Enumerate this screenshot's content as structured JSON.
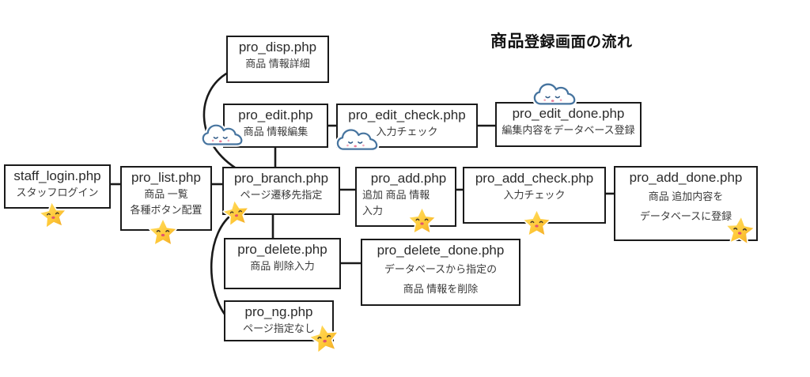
{
  "title": {
    "part1": "商品",
    "part2": "登録画面の流れ"
  },
  "nodes": [
    {
      "id": "staff_login",
      "file": "staff_login.php",
      "desc": [
        "スタッフログイン"
      ]
    },
    {
      "id": "pro_list",
      "file": "pro_list.php",
      "desc": [
        "商品 一覧",
        "各種ボタン配置"
      ]
    },
    {
      "id": "pro_disp",
      "file": "pro_disp.php",
      "desc": [
        "商品 情報詳細"
      ]
    },
    {
      "id": "pro_edit",
      "file": "pro_edit.php",
      "desc": [
        "商品 情報編集"
      ]
    },
    {
      "id": "pro_edit_check",
      "file": "pro_edit_check.php",
      "desc": [
        "入力チェック"
      ]
    },
    {
      "id": "pro_edit_done",
      "file": "pro_edit_done.php",
      "desc": [
        "編集内容をデータベース登録"
      ]
    },
    {
      "id": "pro_branch",
      "file": "pro_branch.php",
      "desc": [
        "ページ遷移先指定"
      ]
    },
    {
      "id": "pro_add",
      "file": "pro_add.php",
      "desc": [
        "追加 商品 情報",
        "入力"
      ]
    },
    {
      "id": "pro_add_check",
      "file": "pro_add_check.php",
      "desc": [
        "入力チェック"
      ]
    },
    {
      "id": "pro_add_done",
      "file": "pro_add_done.php",
      "desc": [
        "商品 追加内容を",
        "データベースに登録"
      ]
    },
    {
      "id": "pro_delete",
      "file": "pro_delete.php",
      "desc": [
        "商品 削除入力"
      ]
    },
    {
      "id": "pro_delete_done",
      "file": "pro_delete_done.php",
      "desc": [
        "データベースから指定の",
        "商品 情報を削除"
      ]
    },
    {
      "id": "pro_ng",
      "file": "pro_ng.php",
      "desc": [
        "ページ指定なし"
      ]
    }
  ],
  "edges": [
    {
      "from": "staff_login",
      "to": "pro_list"
    },
    {
      "from": "pro_list",
      "to": "pro_branch"
    },
    {
      "from": "pro_branch",
      "to": "pro_disp"
    },
    {
      "from": "pro_edit",
      "to": "pro_branch"
    },
    {
      "from": "pro_edit",
      "to": "pro_edit_check"
    },
    {
      "from": "pro_edit_check",
      "to": "pro_edit_done"
    },
    {
      "from": "pro_branch",
      "to": "pro_add"
    },
    {
      "from": "pro_add",
      "to": "pro_add_check"
    },
    {
      "from": "pro_add_check",
      "to": "pro_add_done"
    },
    {
      "from": "pro_branch",
      "to": "pro_delete"
    },
    {
      "from": "pro_delete",
      "to": "pro_delete_done"
    },
    {
      "from": "pro_branch",
      "to": "pro_ng"
    }
  ],
  "stickers": [
    {
      "type": "star",
      "near": "staff_login"
    },
    {
      "type": "star",
      "near": "pro_list"
    },
    {
      "type": "star",
      "near": "pro_branch"
    },
    {
      "type": "star",
      "near": "pro_add"
    },
    {
      "type": "star",
      "near": "pro_add_check"
    },
    {
      "type": "star",
      "near": "pro_add_done"
    },
    {
      "type": "star",
      "near": "pro_ng"
    },
    {
      "type": "cloud",
      "near": "pro_edit"
    },
    {
      "type": "cloud",
      "near": "pro_edit_check"
    },
    {
      "type": "cloud",
      "near": "pro_edit_done"
    }
  ],
  "colors": {
    "box_border": "#1a1a1a",
    "box_fill": "#ffffff",
    "text": "#2b2b2b",
    "star_fill": "#ffca3a",
    "star_shade": "#f0a826",
    "cloud_stroke": "#46749f",
    "accent_pink": "#e87a9a"
  }
}
